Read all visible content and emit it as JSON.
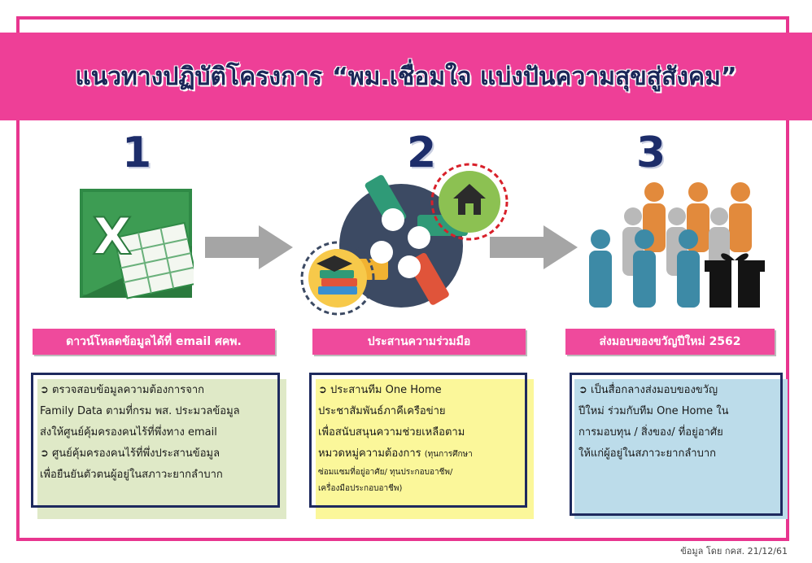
{
  "title": {
    "prefix": "แนวทางปฏิบัติโครงการ",
    "quote": "“พม.เชื่อมใจ แบ่งปันความสุขสู่สังคม”"
  },
  "steps": [
    {
      "number": "1",
      "label": "ดาวน์โหลดข้อมูลได้ที่ email ศคพ.",
      "icon": "excel-icon",
      "lines": [
        "➲ ตรวจสอบข้อมูลความต้องการจาก",
        "Family Data ตามที่กรม พส. ประมวลข้อมูล",
        "ส่งให้ศูนย์คุ้มครองคนไร้ที่พึ่งทาง email",
        "➲ ศูนย์คุ้มครองคนไร้ที่พึ่งประสานข้อมูล",
        "เพื่อยืนยันตัวตนผู้อยู่ในสภาวะยากลำบาก"
      ]
    },
    {
      "number": "2",
      "label": "ประสานความร่วมมือ",
      "icon": "handshake-icon",
      "lines": [
        "➲ ประสานทีม One Home",
        "ประชาสัมพันธ์ภาคีเครือข่าย",
        "เพื่อสนับสนุนความช่วยเหลือตาม",
        "หมวดหมู่ความต้องการ"
      ],
      "small_lines": [
        "(ทุนการศึกษา",
        "ซ่อมแซมที่อยู่อาศัย/ ทุนประกอบอาชีพ/",
        "เครื่องมือประกอบอาชีพ)"
      ]
    },
    {
      "number": "3",
      "label": "ส่งมอบของขวัญปีใหม่ 2562",
      "icon": "people-gift-icon",
      "lines": [
        "➲ เป็นสื่อกลางส่งมอบของขวัญ",
        "ปีใหม่ ร่วมกับทีม One Home ใน",
        "การมอบทุน / สิ่งของ/ ที่อยู่อาศัย",
        "ให้แก่ผู้อยู่ในสภาวะยากลำบาก"
      ]
    }
  ],
  "footer": "ข้อมูล โดย กคส. 21/12/61",
  "colors": {
    "pink": "#ee3f97",
    "navy": "#1b2758",
    "green_card": "#dfe9c7",
    "yellow_card": "#fbf79a",
    "blue_card": "#bcdcea"
  }
}
